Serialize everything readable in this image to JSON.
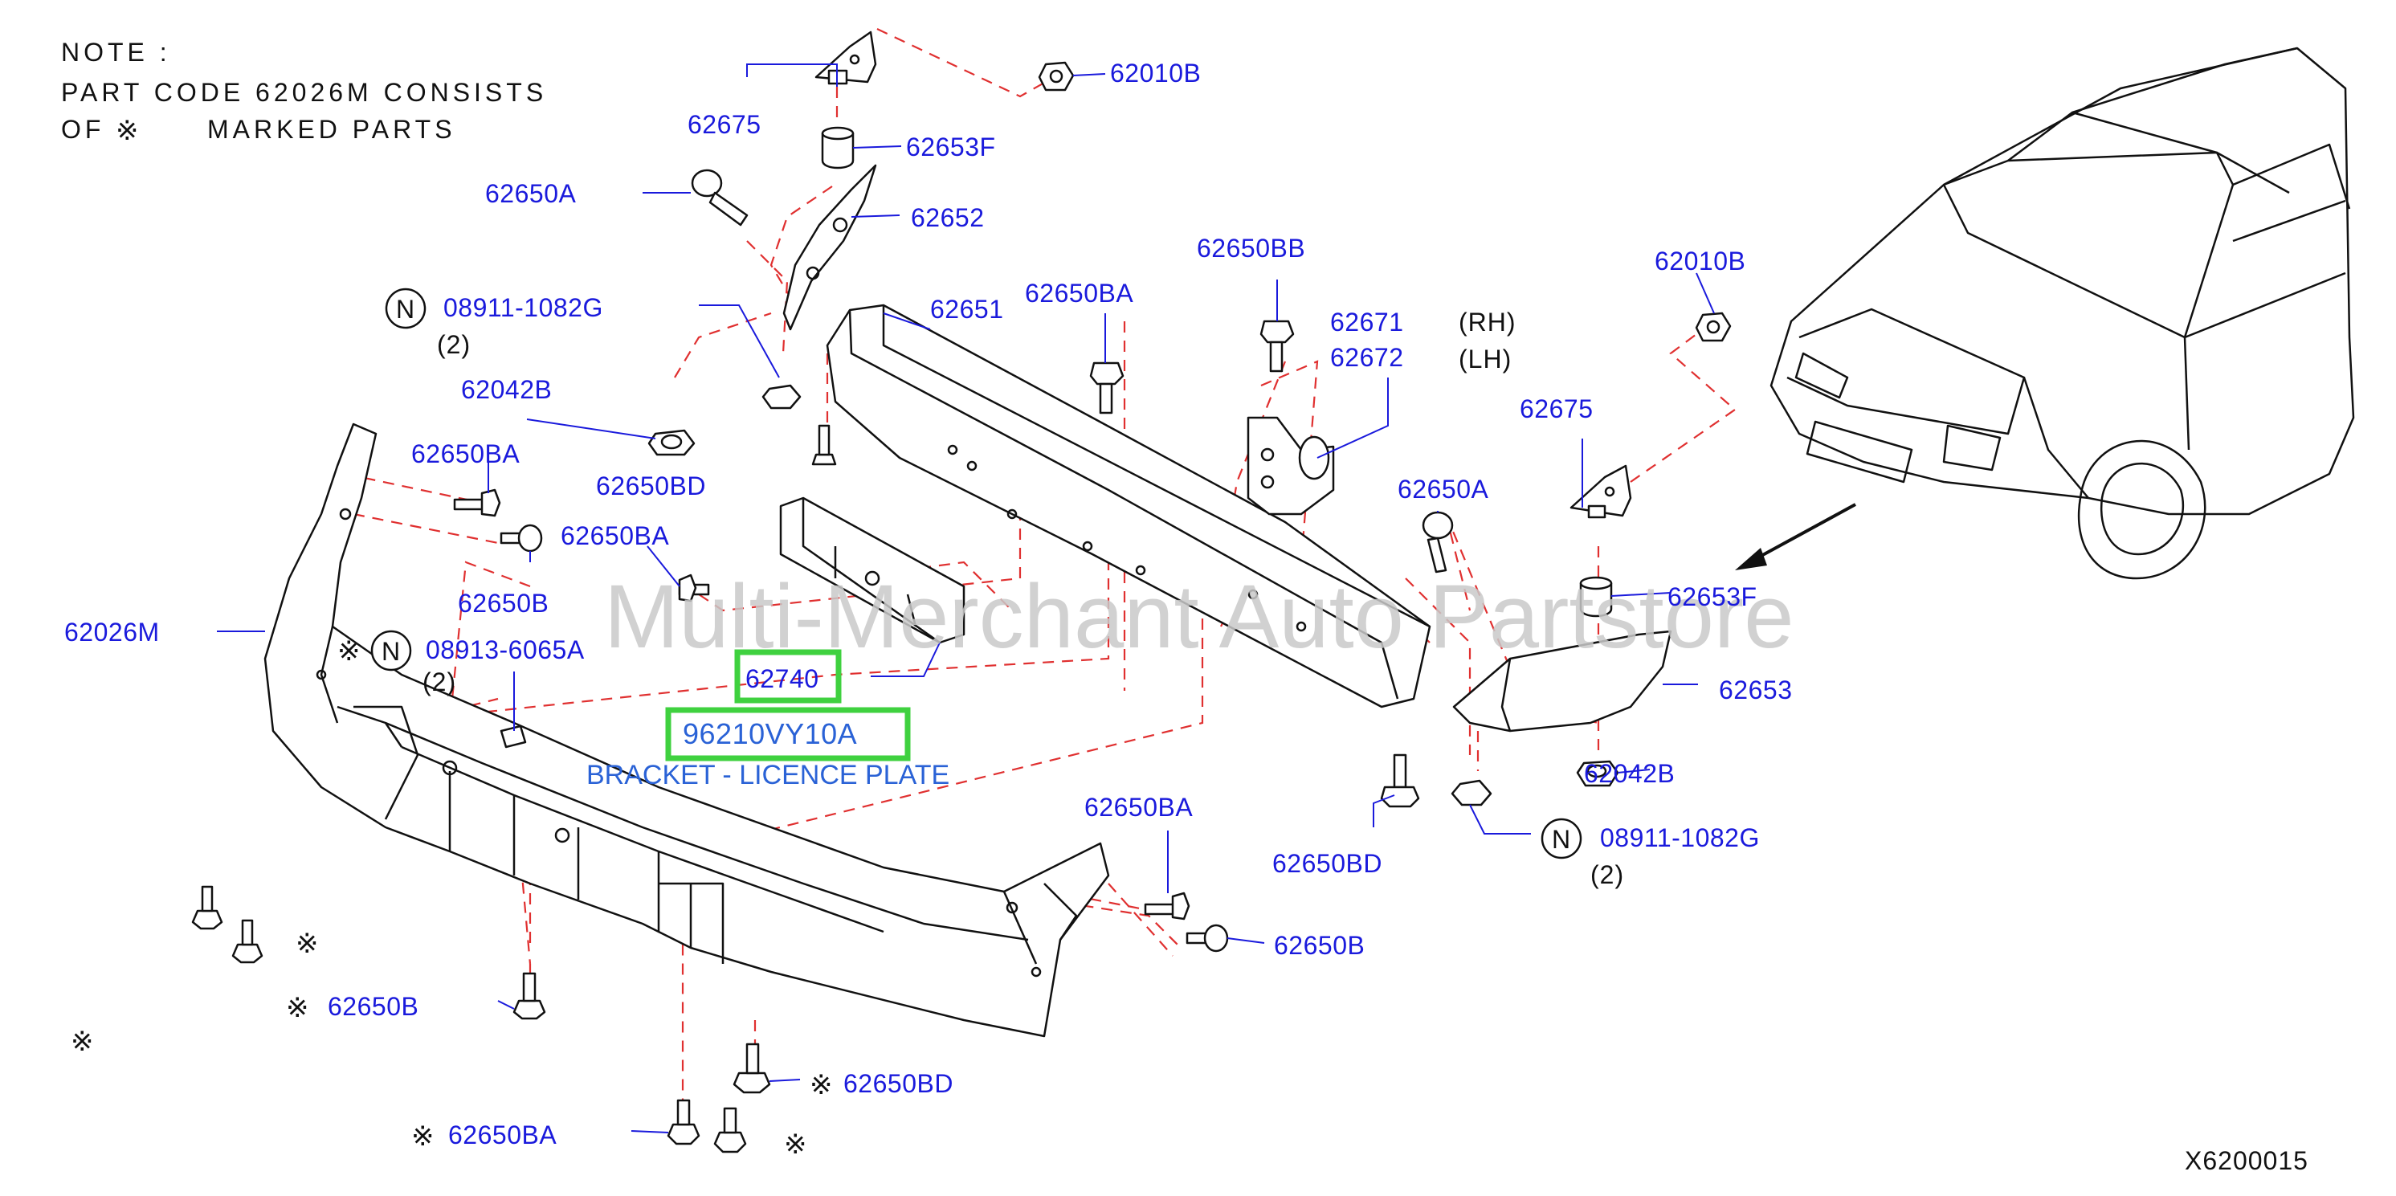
{
  "note": {
    "line1": "NOTE  :",
    "line2": "PART  CODE  62026M  CONSISTS",
    "line3_prefix": "OF",
    "line3_suffix": "MARKED  PARTS",
    "marker": "※"
  },
  "n_symbol": "N",
  "callouts": {
    "p62010B_top": "62010B",
    "p62675_top": "62675",
    "p62653F_top": "62653F",
    "p62650A_top": "62650A",
    "p62652": "62652",
    "p08911_top": "08911-1082G",
    "p08911_top_qty": "(2)",
    "p62042B_top": "62042B",
    "p62650BA_1": "62650BA",
    "p62650BD_1": "62650BD",
    "p62650BA_2": "62650BA",
    "p62650B_1": "62650B",
    "p62026M": "62026M",
    "p08913": "08913-6065A",
    "p08913_qty": "(2)",
    "p62740": "62740",
    "p96210": "96210VY10A",
    "bracket_label": "BRACKET - LICENCE PLATE",
    "p62651": "62651",
    "p62650BA_3": "62650BA",
    "p62650BB": "62650BB",
    "p62671": "62671",
    "p62671_side": "(RH)",
    "p62672": "62672",
    "p62672_side": "(LH)",
    "p62010B_right": "62010B",
    "p62675_right": "62675",
    "p62650A_right": "62650A",
    "p62653F_right": "62653F",
    "p62653": "62653",
    "p62042B_right": "62042B",
    "p08911_right": "08911-1082G",
    "p08911_right_qty": "(2)",
    "p62650BD_2": "62650BD",
    "p62650BA_4": "62650BA",
    "p62650B_2": "62650B",
    "p62650B_3": "62650B",
    "p62650BD_3": "62650BD",
    "p62650BA_5": "62650BA"
  },
  "diagram_code": "X6200015",
  "watermark": "Multi-Merchant Auto Partstore",
  "colors": {
    "part_label": "#1a1adc",
    "leader_dash": "#e03030",
    "highlight": "#3fd13f",
    "watermark": "#c9c9c9",
    "bracket_label": "#2a62d6"
  }
}
